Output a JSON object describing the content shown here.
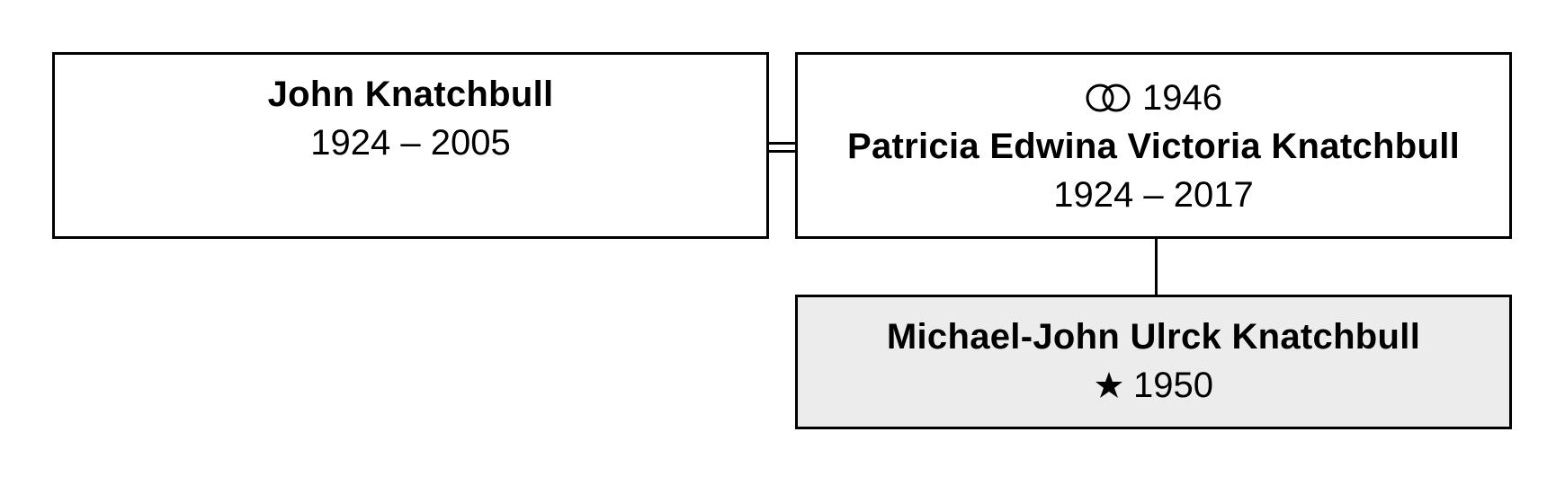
{
  "tree": {
    "father": {
      "name": "John Knatchbull",
      "dates": "1924 – 2005"
    },
    "mother": {
      "marriage_icon": "wedding-rings-icon",
      "marriage_year": "1946",
      "name": "Patricia Edwina Victoria Knatchbull",
      "dates": "1924 – 2017"
    },
    "child": {
      "name": "Michael-John Ulrck Knatchbull",
      "birth_icon": "birth-star-icon",
      "birth_year": "1950"
    }
  },
  "colors": {
    "border": "#000000",
    "highlight_fill": "#ececec",
    "background": "#ffffff"
  }
}
